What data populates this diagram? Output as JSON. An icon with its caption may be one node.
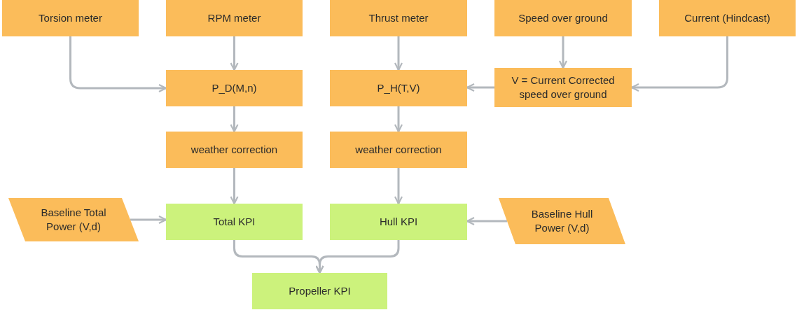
{
  "diagram": {
    "nodes": [
      {
        "text": [
          "Torsion meter"
        ]
      },
      {
        "text": [
          "RPM meter"
        ]
      },
      {
        "text": [
          "Thrust meter"
        ]
      },
      {
        "text": [
          "Speed over ground"
        ]
      },
      {
        "text": [
          "Current (Hindcast)"
        ]
      },
      {
        "text": [
          "P_D(M,n)"
        ]
      },
      {
        "text": [
          "P_H(T,V)"
        ]
      },
      {
        "text": [
          "V = Current Corrected speed over ground"
        ]
      },
      {
        "text": [
          "weather correction"
        ]
      },
      {
        "text": [
          "weather correction"
        ]
      },
      {
        "text": [
          "Baseline Total Power (V,d)"
        ]
      },
      {
        "text": [
          "Total KPI"
        ]
      },
      {
        "text": [
          "Hull KPI"
        ]
      },
      {
        "text": [
          "Baseline Hull Power (V,d)"
        ]
      },
      {
        "text": [
          "Propeller KPI"
        ]
      }
    ],
    "edges": [
      {
        "from": 0,
        "to": 5,
        "arrow": "to"
      },
      {
        "from": 1,
        "to": 5,
        "arrow": "to"
      },
      {
        "from": 2,
        "to": 6,
        "arrow": "to"
      },
      {
        "from": 3,
        "to": 7,
        "arrow": "to"
      },
      {
        "from": 4,
        "to": 7,
        "arrow": "to"
      },
      {
        "from": 7,
        "to": 6,
        "arrow": "to"
      },
      {
        "from": 5,
        "to": 8,
        "arrow": "to"
      },
      {
        "from": 6,
        "to": 9,
        "arrow": "to"
      },
      {
        "from": 8,
        "to": 11,
        "arrow": "to"
      },
      {
        "from": 9,
        "to": 12,
        "arrow": "to"
      },
      {
        "from": 10,
        "to": 11,
        "arrow": "to"
      },
      {
        "from": 13,
        "to": 12,
        "arrow": "to"
      },
      {
        "from": 11,
        "to": 14,
        "arrow": "to"
      },
      {
        "from": 12,
        "to": 14,
        "arrow": "to"
      }
    ]
  }
}
